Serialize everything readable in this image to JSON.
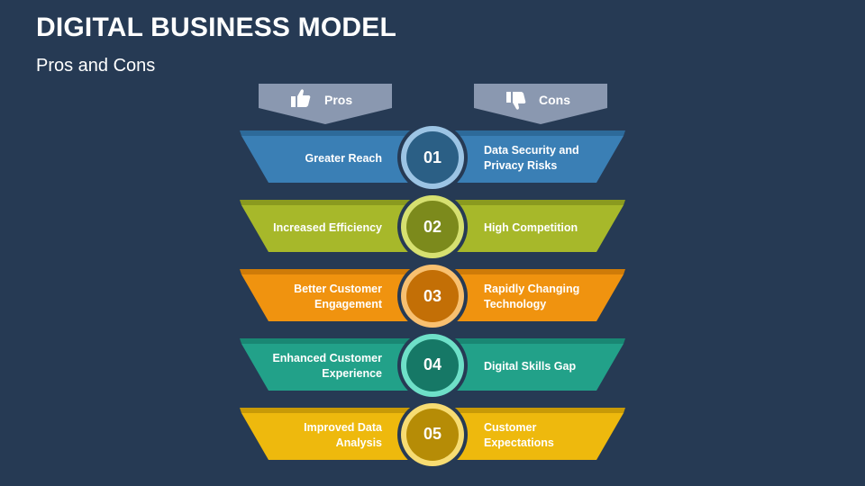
{
  "title": "DIGITAL BUSINESS MODEL",
  "subtitle": "Pros and Cons",
  "headers": {
    "pros": {
      "label": "Pros",
      "icon": "thumbs-up-icon"
    },
    "cons": {
      "label": "Cons",
      "icon": "thumbs-down-icon"
    },
    "color": "#8a98b0"
  },
  "rows": [
    {
      "number": "01",
      "pro": "Greater Reach",
      "con": "Data Security and Privacy Risks",
      "color": "#3a7fb5",
      "dark": "#2d6a9a",
      "circle": "#2b5f85",
      "ring": "#9cc4e4"
    },
    {
      "number": "02",
      "pro": "Increased Efficiency",
      "con": "High Competition",
      "color": "#a7b82a",
      "dark": "#8a9a1f",
      "circle": "#7c8a1c",
      "ring": "#d6e070"
    },
    {
      "number": "03",
      "pro": "Better Customer Engagement",
      "con": "Rapidly Changing Technology",
      "color": "#f0930f",
      "dark": "#cf7b08",
      "circle": "#c36f06",
      "ring": "#f8c070"
    },
    {
      "number": "04",
      "pro": "Enhanced Customer Experience",
      "con": "Digital Skills Gap",
      "color": "#22a189",
      "dark": "#198773",
      "circle": "#167866",
      "ring": "#6ee0c8"
    },
    {
      "number": "05",
      "pro": "Improved Data Analysis",
      "con": "Customer Expectations",
      "color": "#eeb90d",
      "dark": "#c89a07",
      "circle": "#b68c06",
      "ring": "#f7dc72"
    }
  ]
}
